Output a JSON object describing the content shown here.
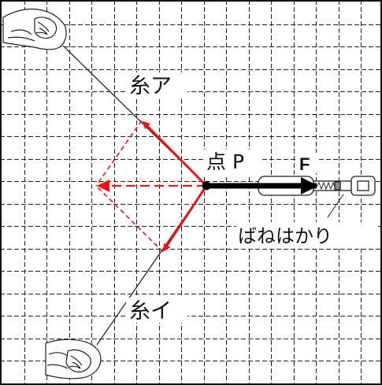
{
  "diagram": {
    "labels": {
      "thread_a": "糸ア",
      "thread_b": "糸イ",
      "point": "点 P",
      "force": "F",
      "spring_scale": "ばねはかり"
    },
    "colors": {
      "grid": "#222222",
      "thread": "#333333",
      "component_force": "#e8161b",
      "force_arrow": "#000000"
    },
    "icons": [
      "hand-icon",
      "spring-scale-icon"
    ]
  }
}
